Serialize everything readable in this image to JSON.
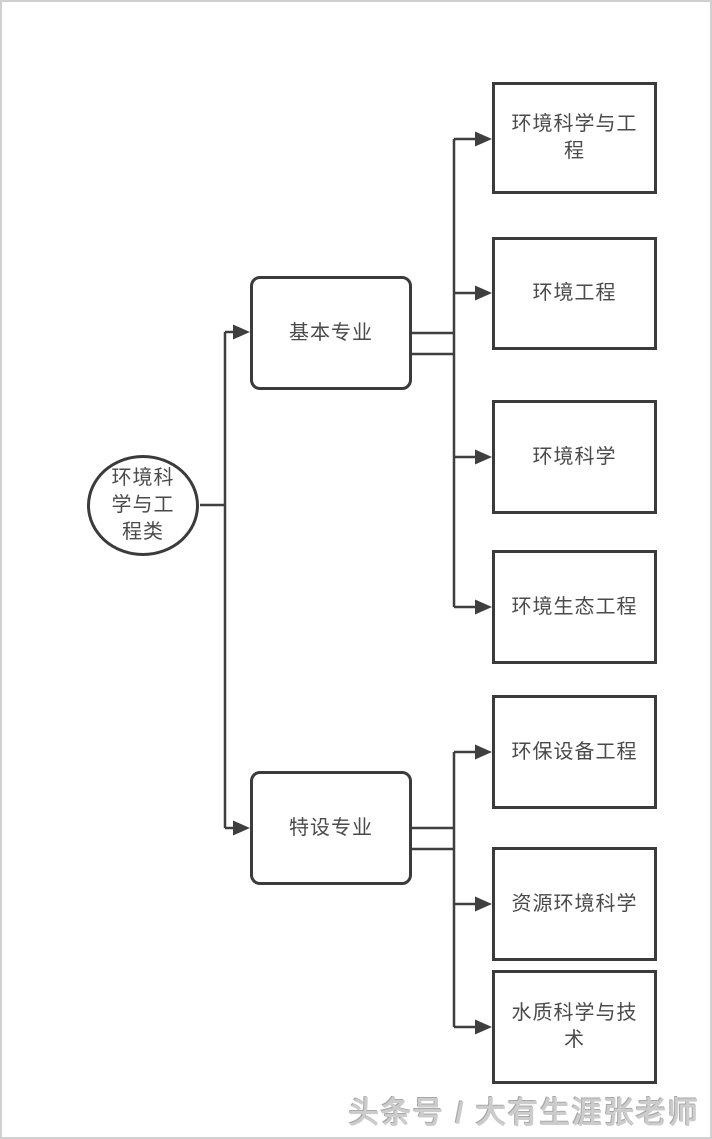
{
  "diagram": {
    "root": {
      "label": "环境科学与工程类"
    },
    "branches": [
      {
        "label": "基本专业",
        "children": [
          "环境科学与工程",
          "环境工程",
          "环境科学",
          "环境生态工程"
        ]
      },
      {
        "label": "特设专业",
        "children": [
          "环保设备工程",
          "资源环境科学",
          "水质科学与技术"
        ]
      }
    ]
  },
  "watermark": {
    "text": "头条号 / 大有生涯张老师"
  },
  "colors": {
    "node_border": "#3b3b3b",
    "connector_line": "#3f3f3f",
    "node_text": "#4a4a4a",
    "watermark_text": "#cccccc",
    "background": "#ffffff",
    "page_border": "#d0d0d0"
  }
}
